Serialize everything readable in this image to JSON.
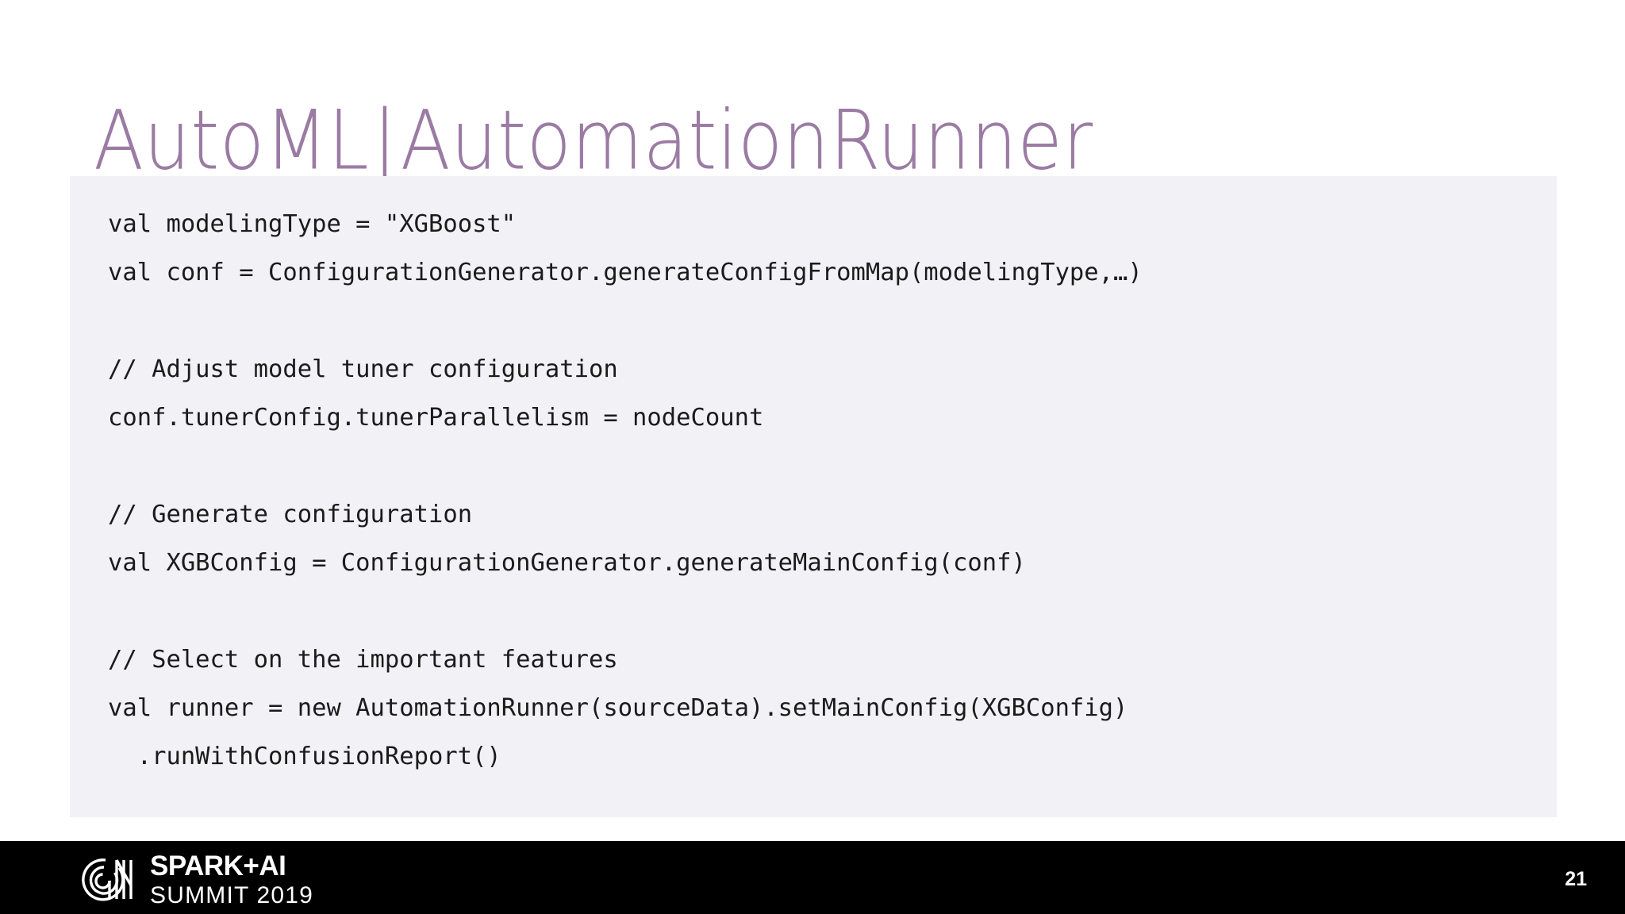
{
  "slide": {
    "page_number": "21",
    "background_color": "#ffffff"
  },
  "title": {
    "left": "AutoML",
    "separator": "|",
    "right": "AutomationRunner",
    "color": "#9b7ba3"
  },
  "code_block": {
    "background_color": "#f2f1f5",
    "text_color": "#1b1b1b",
    "language": "scala",
    "lines": [
      "val modelingType = \"XGBoost\"",
      "val conf = ConfigurationGenerator.generateConfigFromMap(modelingType,…)",
      "",
      "// Adjust model tuner configuration",
      "conf.tunerConfig.tunerParallelism = nodeCount",
      "",
      "// Generate configuration",
      "val XGBConfig = ConfigurationGenerator.generateMainConfig(conf)",
      "",
      "// Select on the important features",
      "val runner = new AutomationRunner(sourceData).setMainConfig(XGBConfig)",
      "  .runWithConfusionReport()"
    ]
  },
  "footer": {
    "background_color": "#000000",
    "logo": {
      "icon_name": "spark-ai-summit-spiral-logo",
      "line1": "SPARK+AI",
      "line2": "SUMMIT 2019"
    }
  }
}
